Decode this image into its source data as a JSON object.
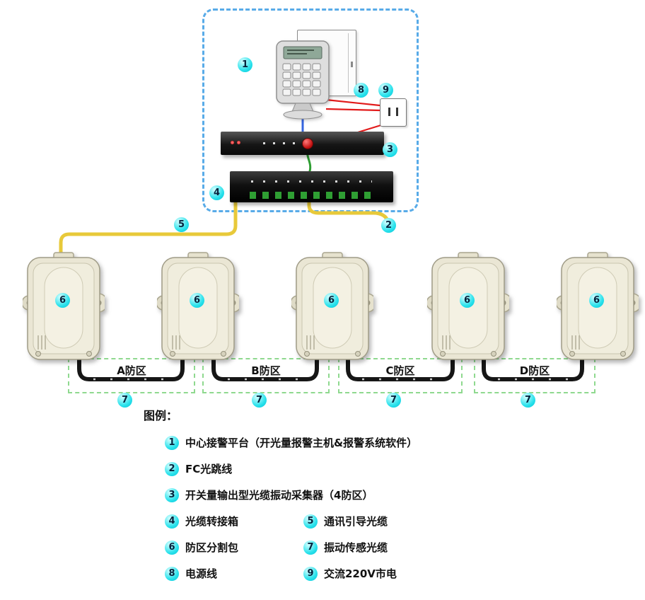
{
  "diagram": {
    "badges": {
      "center_platform": "1",
      "fc_jumper": "2",
      "collector": "3",
      "transfer_box": "4",
      "guide_cable": "5",
      "zone_splitter": "6",
      "sensing_cable": "7",
      "power_line": "8",
      "mains": "9"
    },
    "zones": [
      {
        "label": "A防区"
      },
      {
        "label": "B防区"
      },
      {
        "label": "C防区"
      },
      {
        "label": "D防区"
      }
    ]
  },
  "legend": {
    "title": "图例：",
    "items": [
      {
        "badge": "1",
        "label": "中心接警平台（开光量报警主机&报警系统软件）"
      },
      {
        "badge": "2",
        "label": "FC光跳线"
      },
      {
        "badge": "3",
        "label": "开关量输出型光缆振动采集器（4防区）"
      },
      {
        "badge": "4",
        "label": "光缆转接箱"
      },
      {
        "badge": "5",
        "label": "通讯引导光缆"
      },
      {
        "badge": "6",
        "label": "防区分割包"
      },
      {
        "badge": "7",
        "label": "振动传感光缆"
      },
      {
        "badge": "8",
        "label": "电源线"
      },
      {
        "badge": "9",
        "label": "交流220V市电"
      }
    ]
  },
  "colors": {
    "badge": "#2BE2EC",
    "control_frame_dash": "#58ABE8",
    "zone_frame_dash": "#8FD98F",
    "fiber_yellow": "#E8C93A",
    "cable_black": "#161616",
    "power_red": "#E21B1B",
    "data_blue": "#3565E0",
    "fiber_green": "#2F9E33",
    "box_beige": "#EAE6D4"
  }
}
